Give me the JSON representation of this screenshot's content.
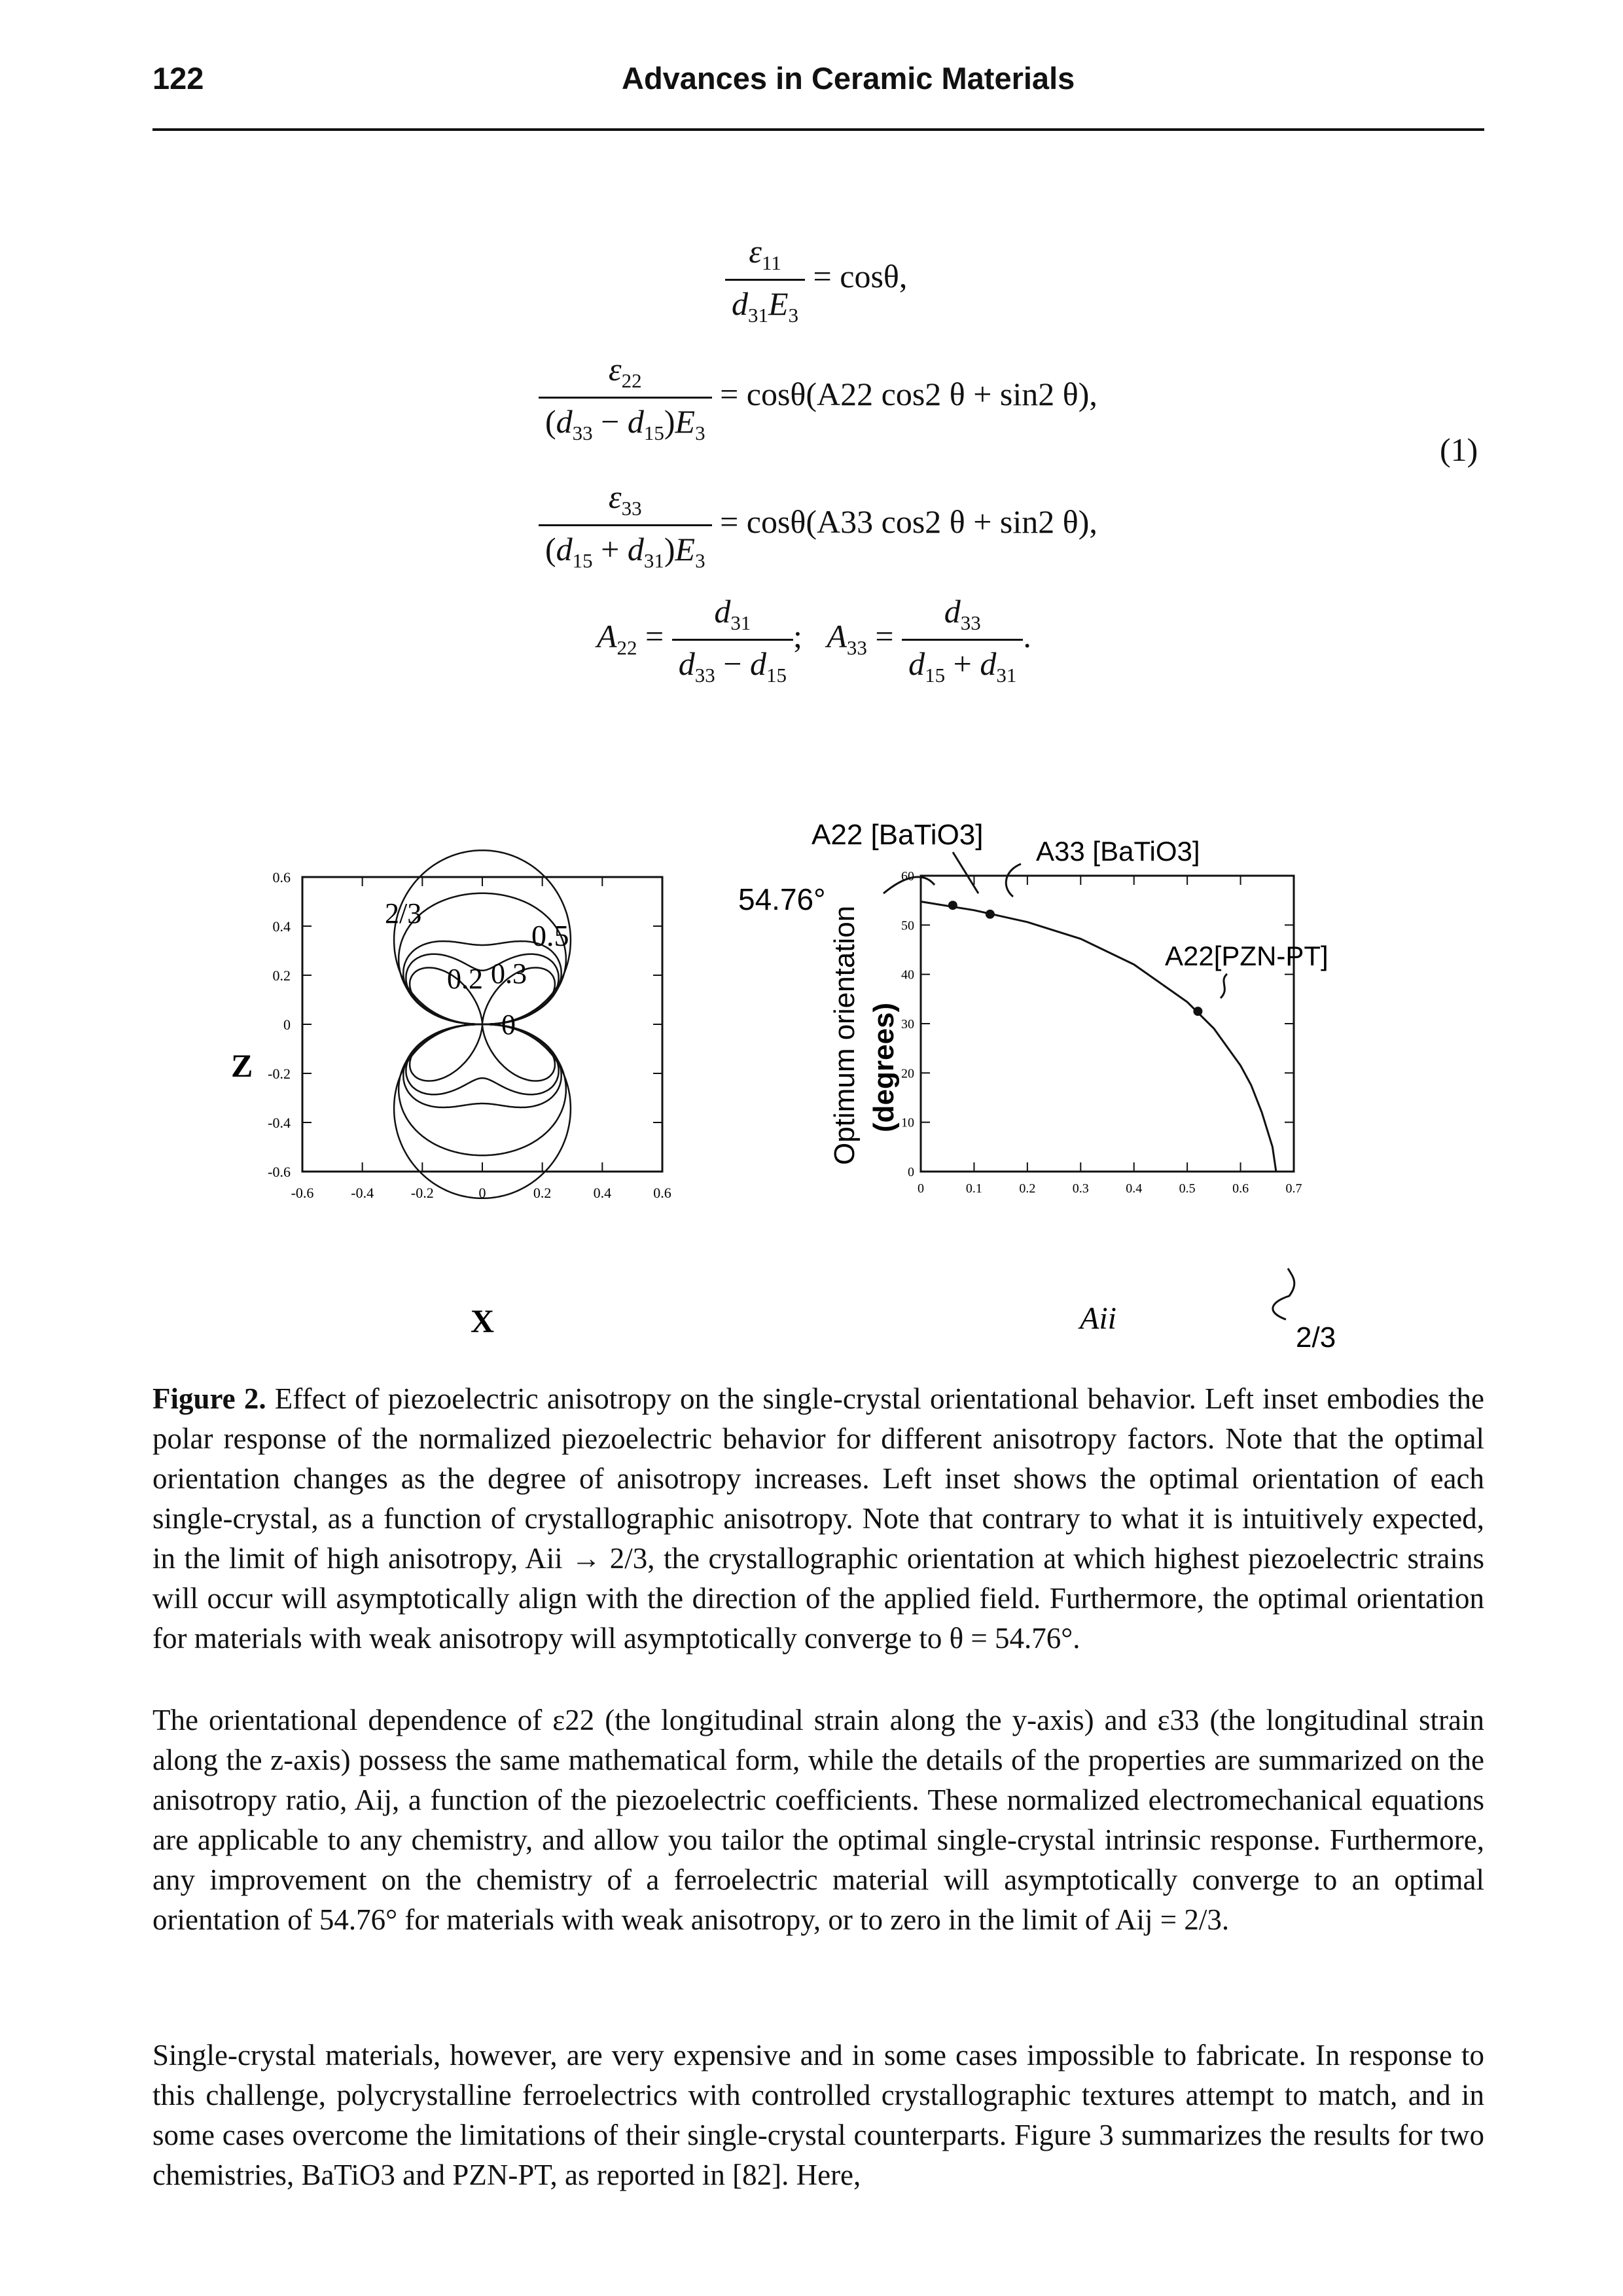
{
  "header": {
    "page_number": "122",
    "running_title": "Advances in Ceramic Materials"
  },
  "equations": {
    "equation_number": "(1)",
    "eq1_rhs": "= cosθ,",
    "eq2_rhs": "= cosθ(A22 cos2 θ + sin2 θ),",
    "eq3_rhs": "= cosθ(A33 cos2 θ + sin2 θ),"
  },
  "figure": {
    "left_plot": {
      "x_axis_label": "X",
      "y_axis_label": "Z",
      "x_ticks": [
        "-0.6",
        "-0.4",
        "-0.2",
        "0",
        "0.2",
        "0.4",
        "0.6"
      ],
      "y_ticks": [
        "0.6",
        "0.4",
        "0.2",
        "0",
        "-0.2",
        "-0.4",
        "-0.6"
      ],
      "curve_labels": [
        "2/3",
        "0.5",
        "0.3",
        "0.2",
        "0"
      ]
    },
    "right_plot": {
      "y_axis_label": "Optimum orientation",
      "y_axis_unit": "(degrees)",
      "x_axis_label": "Aii",
      "x_ticks": [
        "0",
        "0.1",
        "0.2",
        "0.3",
        "0.4",
        "0.5",
        "0.6",
        "0.7"
      ],
      "y_ticks": [
        "0",
        "10",
        "20",
        "30",
        "40",
        "50",
        "60"
      ],
      "annotations": {
        "start_angle": "54.76°",
        "a22_batio3": "A22 [BaTiO3]",
        "a33_batio3": "A33 [BaTiO3]",
        "a22_pznpt": "A22[PZN-PT]",
        "limit": "2/3"
      }
    }
  },
  "caption": {
    "label": "Figure 2.",
    "text": " Effect of piezoelectric anisotropy on the single-crystal orientational behavior. Left inset embodies the polar response of the normalized piezoelectric behavior for different anisotropy factors. Note that the optimal orientation changes as the degree of anisotropy increases. Left inset shows the optimal orientation of each single-crystal, as a function of crystallographic anisotropy. Note that contrary to what it is intuitively expected, in the limit of high anisotropy, Aii → 2/3, the crystallographic orientation at which highest piezoelectric strains will occur will asymptotically align with the direction of the applied field. Furthermore, the optimal orientation for materials with weak anisotropy will asymptotically converge to θ = 54.76°."
  },
  "paragraphs": [
    "The orientational dependence of ε22 (the longitudinal strain along the y-axis) and ε33 (the longitudinal strain along the z-axis) possess the same mathematical form, while the details of the properties are summarized on the anisotropy ratio, Aij, a function of the piezoelectric coefficients. These normalized electromechanical equations are applicable to any chemistry, and allow you tailor the optimal single-crystal intrinsic response. Furthermore, any improvement on the chemistry of a ferroelectric material will asymptotically converge to an optimal orientation of 54.76° for materials with weak anisotropy, or to zero in the limit of Aij = 2/3.",
    "Single-crystal materials, however, are very expensive and in some cases impossible to fabricate. In response to this challenge, polycrystalline ferroelectrics with controlled crystallographic textures attempt to match, and in some cases overcome the limitations of their single-crystal counterparts. Figure 3 summarizes the results for two chemistries, BaTiO3 and PZN-PT, as reported in [82]. Here,"
  ],
  "chart_data": [
    {
      "type": "line",
      "description_of_series": "polar curves for anisotropy factors",
      "series": [
        {
          "name": "0"
        },
        {
          "name": "0.2"
        },
        {
          "name": "0.3"
        },
        {
          "name": "0.5"
        },
        {
          "name": "2/3"
        }
      ],
      "xlabel": "X",
      "ylabel": "Z",
      "xlim": [
        -0.6,
        0.6
      ],
      "ylim": [
        -0.6,
        0.6
      ]
    },
    {
      "type": "line",
      "xlabel": "Aii",
      "ylabel": "Optimum orientation (degrees)",
      "xlim": [
        0,
        0.7
      ],
      "ylim": [
        0,
        60
      ],
      "series": [
        {
          "name": "Optimum orientation",
          "x": [
            0,
            0.1,
            0.2,
            0.3,
            0.4,
            0.5,
            0.55,
            0.6,
            0.62,
            0.64,
            0.66,
            0.6667
          ],
          "y": [
            54.76,
            53.0,
            50.6,
            47.2,
            42.0,
            34.4,
            29.0,
            21.5,
            17.5,
            12.0,
            5.0,
            0
          ]
        }
      ],
      "markers": [
        {
          "label": "A22 [BaTiO3]",
          "x": 0.06,
          "y": 54.0
        },
        {
          "label": "A33 [BaTiO3]",
          "x": 0.13,
          "y": 52.2
        },
        {
          "label": "A22[PZN-PT]",
          "x": 0.52,
          "y": 32.5
        }
      ]
    }
  ]
}
